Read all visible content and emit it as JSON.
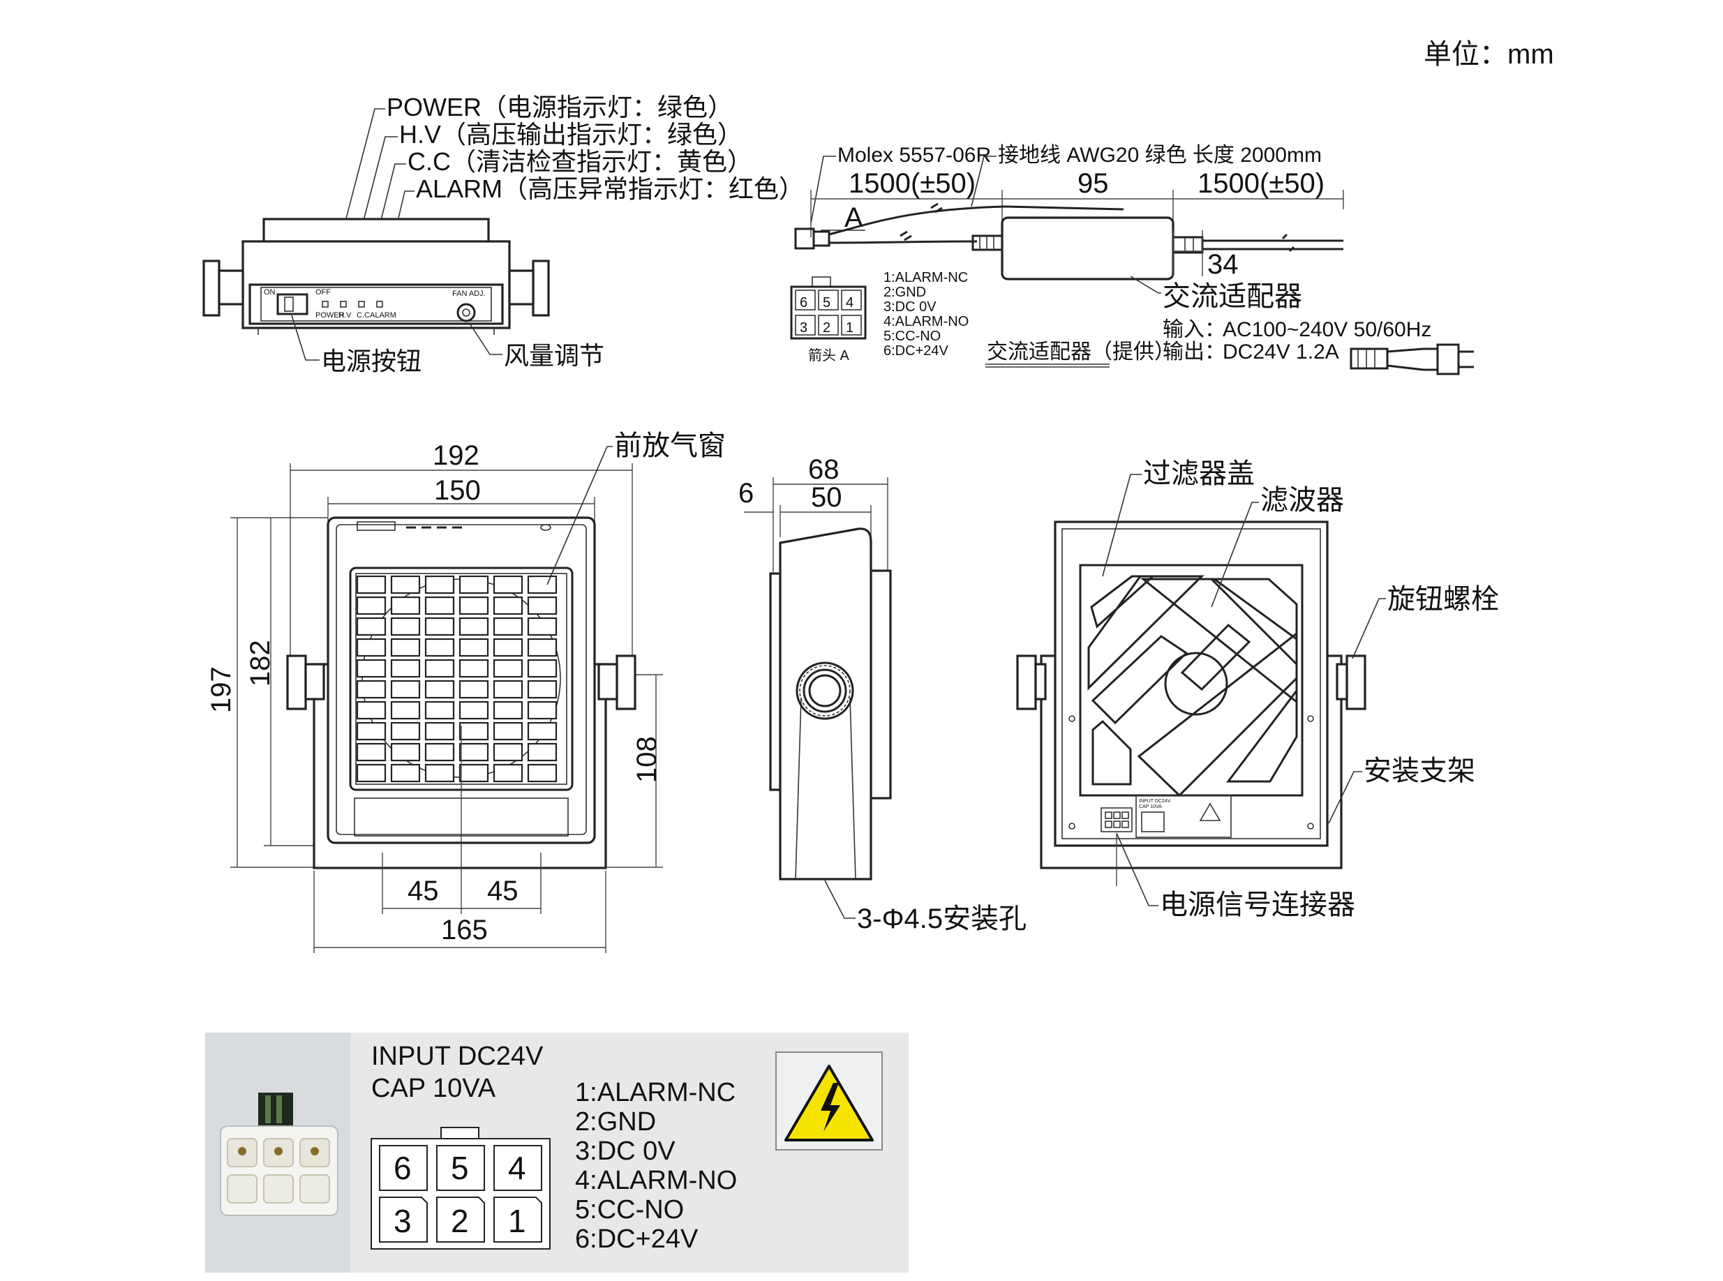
{
  "unit": "单位：mm",
  "leds": {
    "power": "POWER（电源指示灯：绿色）",
    "hv": "H.V（高压输出指示灯：绿色）",
    "cc": "C.C（清洁检查指示灯：黄色）",
    "alarm": "ALARM（高压异常指示灯：红色）"
  },
  "panel": {
    "on": "ON",
    "off": "OFF",
    "led_power": "POWER",
    "led_hv": "H.V",
    "led_cc": "C.C",
    "led_alarm": "ALARM",
    "fan_adj": "FAN ADJ.",
    "power_button": "电源按钮",
    "fan_adjust": "风量调节"
  },
  "cable": {
    "molex": "Molex 5557-06R",
    "ground": "接地线 AWG20 绿色 长度 2000mm",
    "len_left": "1500(±50)",
    "len_mid": "95",
    "len_right": "1500(±50)",
    "label_a": "A",
    "dim_34": "34",
    "adapter": "交流适配器",
    "input_label": "输入：",
    "input_value": "AC100~240V 50/60Hz",
    "output_label": "输出：",
    "output_value": "DC24V 1.2A",
    "adapter_supplied": "交流适配器（提供）",
    "arrow_a": "箭头 A",
    "connector_pins": [
      "6",
      "5",
      "4",
      "3",
      "2",
      "1"
    ],
    "pins": [
      "1:ALARM-NC",
      "2:GND",
      "3:DC 0V",
      "4:ALARM-NO",
      "5:CC-NO",
      "6:DC+24V"
    ]
  },
  "front": {
    "front_window": "前放气窗",
    "w192": "192",
    "w150": "150",
    "h197": "197",
    "h182": "182",
    "h108": "108",
    "d45a": "45",
    "d45b": "45",
    "w165": "165"
  },
  "side": {
    "d68": "68",
    "d50": "50",
    "d6": "6",
    "holes": "3-Φ4.5安装孔"
  },
  "back": {
    "filter_cover": "过滤器盖",
    "filter": "滤波器",
    "knob_bolt": "旋钮螺栓",
    "bracket": "安装支架",
    "power_connector": "电源信号连接器",
    "mini_label_1": "INPUT DC24V",
    "mini_label_2": "CAP 10VA"
  },
  "label_plate": {
    "input": "INPUT DC24V",
    "cap": "CAP 10VA",
    "pins": [
      "1:ALARM-NC",
      "2:GND",
      "3:DC 0V",
      "4:ALARM-NO",
      "5:CC-NO",
      "6:DC+24V"
    ],
    "connector_pins": [
      "6",
      "5",
      "4",
      "3",
      "2",
      "1"
    ],
    "warning_icon": "high-voltage-warning-icon"
  }
}
